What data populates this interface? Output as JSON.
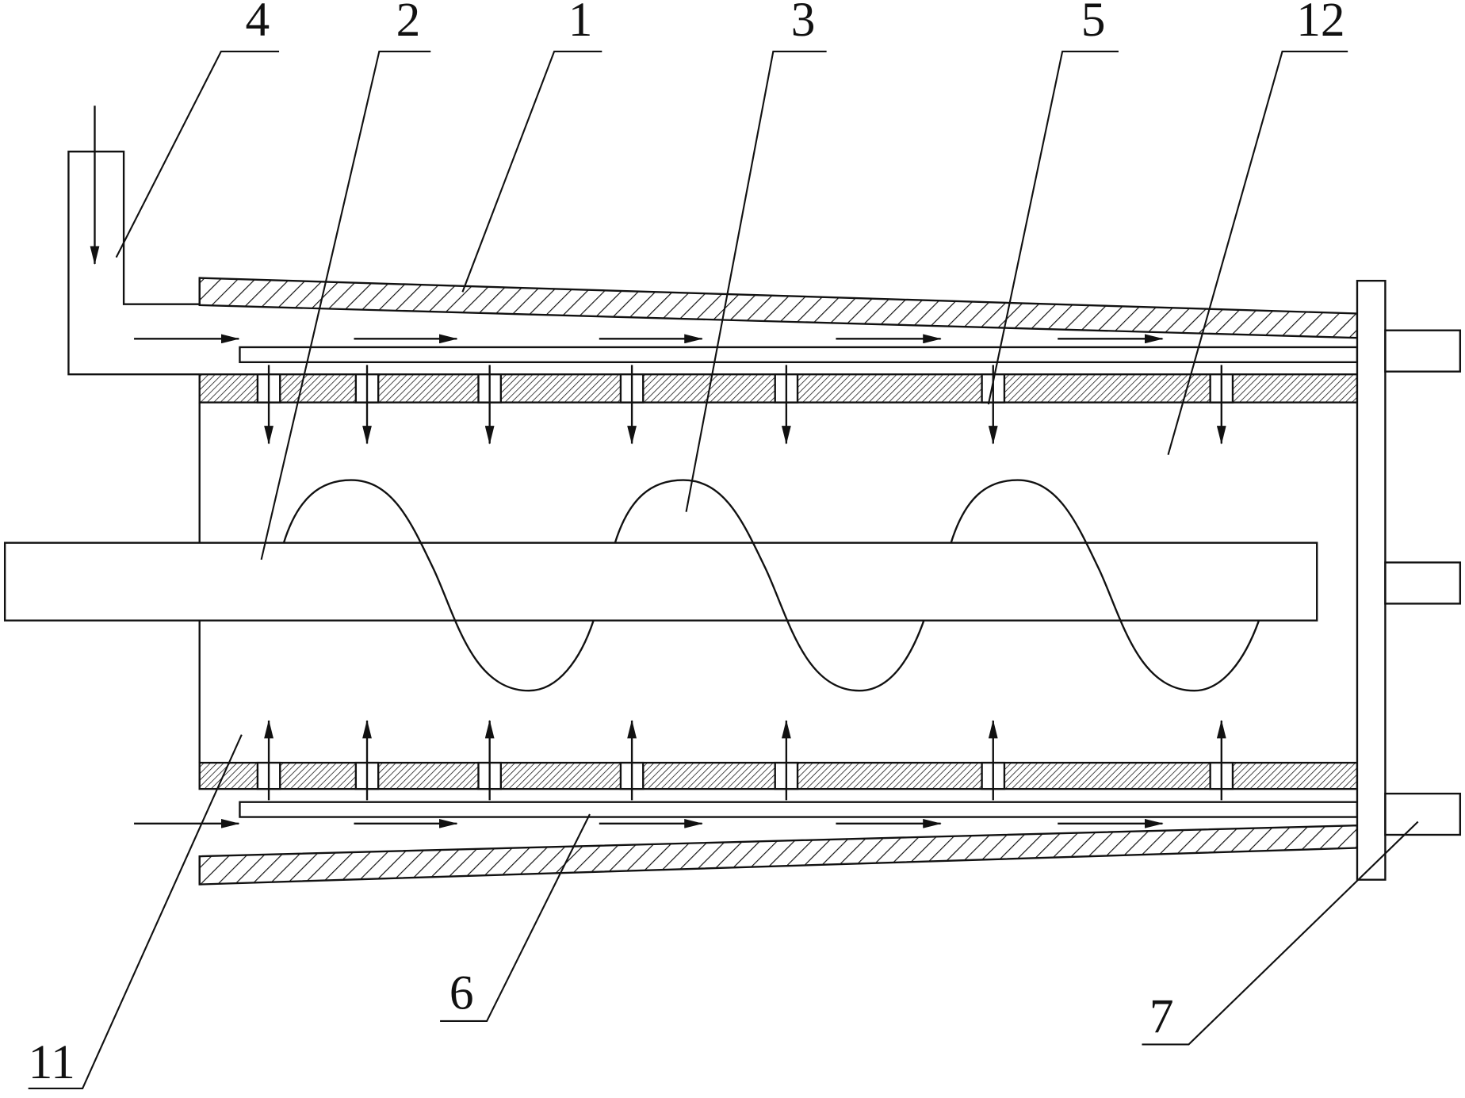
{
  "diagram": {
    "labels": {
      "l1": "1",
      "l2": "2",
      "l3": "3",
      "l4": "4",
      "l5": "5",
      "l6": "6",
      "l7": "7",
      "l11": "11",
      "l12": "12"
    },
    "colors": {
      "line": "#111111",
      "background": "#ffffff"
    }
  }
}
